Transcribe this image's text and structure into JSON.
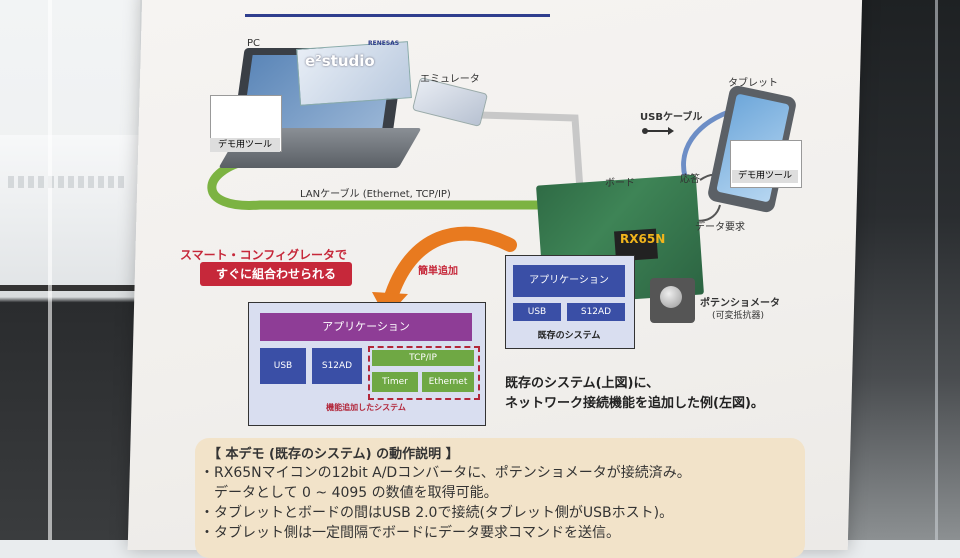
{
  "poster": {
    "pc_label": "PC",
    "ide_name": "e²studio",
    "ide_vendor": "RENESAS",
    "emulator_label": "エミュレータ",
    "tablet_label": "タブレット",
    "usb_cable_label": "USBケーブル",
    "lan_cable_label": "LANケーブル (Ethernet, TCP/IP)",
    "board_label": "ボード",
    "board_chip": "RX65N",
    "response_label": "応答",
    "data_request_label": "データ要求",
    "demo_tool_pc": "デモ用ツール",
    "demo_tool_tablet": "デモ用ツール",
    "potentiometer_label": "ポテンショメータ",
    "potentiometer_sub": "(可変抵抗器)",
    "smart_config_line1": "スマート・コンフィグレータで",
    "smart_config_badge": "すぐに組合わせられる",
    "easy_add": "簡単追加",
    "existing_system": {
      "app": "アプリケーション",
      "usb": "USB",
      "adc": "S12AD",
      "caption": "既存のシステム"
    },
    "added_system": {
      "app": "アプリケーション",
      "usb": "USB",
      "adc": "S12AD",
      "tcpip": "TCP/IP",
      "timer": "Timer",
      "ethernet": "Ethernet",
      "caption": "機能追加したシステム"
    },
    "caption_line1": "既存のシステム(上図)に、",
    "caption_line2": "ネットワーク接続機能を追加した例(左図)。",
    "explanation": {
      "title": "【 本デモ (既存のシステム) の動作説明 】",
      "lines": [
        "・RX65Nマイコンの12bit A/Dコンバータに、ポテンショメータが接続済み。",
        "　データとして 0 ~ 4095 の数値を取得可能。",
        "・タブレットとボードの間はUSB 2.0で接続(タブレット側がUSBホスト)。",
        "・タブレット側は一定間隔でボードにデータ要求コマンドを送信。"
      ]
    }
  },
  "colors": {
    "brand_blue": "#3a4fa6",
    "app_purple": "#8e3d96",
    "added_green": "#6fa844",
    "accent_red": "#c6283a",
    "cable_green": "#7cb342",
    "explain_bg": "#f2e3c9"
  }
}
